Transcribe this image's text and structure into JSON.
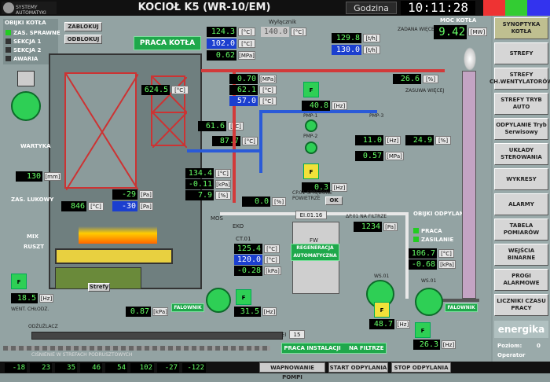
{
  "header": {
    "title": "KOCIOŁ K5 (WR-10/EM)",
    "godzina_label": "Godzina",
    "clock": "10:11:28",
    "logo_text": "SYSTEMY AUTOMATYKI"
  },
  "status": {
    "title": "OBIJKI KOTŁA",
    "items": [
      "ZAS. SPRAWNE",
      "SEKCJA 1",
      "SEKCJA 2",
      "AWARIA"
    ],
    "zablokuj": "ZABLOKUJ",
    "odblokuj": "ODBLOKUJ",
    "praca": "PRACA KOTŁA"
  },
  "wylacznik": {
    "label": "Wyłącznik",
    "value": "140.0",
    "unit": "[°C]"
  },
  "top_values": [
    {
      "v": "124.3",
      "u": "[°C]",
      "c": "green"
    },
    {
      "v": "102.0",
      "u": "[°C]",
      "c": "blue"
    },
    {
      "v": "0.62",
      "u": "[MPa]",
      "c": "green"
    }
  ],
  "moc": {
    "label": "MOC KOTŁA",
    "zadana": "ZADANA WIĘCEJ",
    "value": "9.42",
    "unit": "[MW]",
    "flow1": "129.8",
    "flow2": "130.0",
    "flow_unit": "[t/h]"
  },
  "right_values": {
    "v1": "26.6",
    "u1": "[%]",
    "zasuwa": "ZASUWA WIĘCEJ",
    "v2": "11.0",
    "u2": "[Hz]",
    "v3": "24.9",
    "u3": "[%]",
    "v4": "0.57",
    "u4": "[MPa]"
  },
  "pump_values": {
    "p1": "0.70",
    "p1u": "[MPa]",
    "p2": "62.1",
    "p2u": "[°C]",
    "p3": "57.0",
    "p3u": "[°C]",
    "hz": "40.8",
    "hzu": "[Hz]",
    "pmp1": "PMP-1",
    "pmp2": "PMP-2",
    "pmp3": "PMP-3",
    "hz2": "0.3",
    "hz2u": "[Hz]"
  },
  "left_values": {
    "t1": "624.5",
    "t1u": "[°C]",
    "t2": "61.6",
    "t2u": "[°C]",
    "t3": "87.7",
    "t3u": "[°C]",
    "wartyka": "WARTYKA",
    "v130": "130",
    "v130u": "[mm]",
    "m1": "-29",
    "m1u": "[Pa]",
    "m2": "-30",
    "m2u": "[Pa]",
    "t846": "846",
    "t846u": "[°C]",
    "z1": "134.4",
    "z1u": "[°C]",
    "z2": "-0.11",
    "z2u": "[kPa]",
    "z3": "7.9",
    "z3u": "[%]"
  },
  "middle": {
    "cp": "CP.01 SPRĘŻONE POWIETRZE",
    "ok": "OK",
    "ei": "EI.01.16",
    "mos": "MOS",
    "eko": "EKO",
    "zero": "0.0",
    "zerou": "[%]",
    "d_label": "ΔP.01 NA FILTRZE",
    "d_value": "1234",
    "d_unit": "[Pa]",
    "fw": "FW",
    "regeneracja": "REGENERACJA AUTOMATYCZNA",
    "ct": "CT.01",
    "c1": "125.4",
    "c1u": "[°C]",
    "c2": "120.0",
    "c2u": "[°C]",
    "c3": "-0.28",
    "c3u": "[kPa]"
  },
  "filter": {
    "title": "OBIJKI ODPYLANIA",
    "praca": "PRACA",
    "zasilanie": "ZASILANIE",
    "v1": "106.7",
    "v1u": "[°C]",
    "v2": "-0.68",
    "v2u": "[kPa]",
    "ws": "WS.01",
    "ws2": "WS.01"
  },
  "lower": {
    "v18": "18.5",
    "v18u": "[Hz]",
    "went": "WENT. CHŁODZ.",
    "v087": "0.87",
    "v087u": "[kPa]",
    "falownik": "FALOWNIK",
    "v315": "31.5",
    "v315u": "[Hz]",
    "strefy": "Strefy",
    "v487": "48.7",
    "v487u": "[Hz]",
    "v263": "26.3",
    "v263u": "[Hz]",
    "falownik2": "FALOWNIK",
    "ei15": "15",
    "ei_label": "EI",
    "praca_inst": "PRACA INSTALACJI",
    "na_filtrze": "NA FILTRZE",
    "zas_luk": "ZAS. LUKOWY",
    "mix": "MIX",
    "ruszt": "RUSZT",
    "odzlaczka": "ODŻUŻLACZ"
  },
  "sidebar": [
    "SYNOPTYKA KOTŁA",
    "STREFY",
    "STREFY CH.WENTYLATORÓW",
    "STREFY TRYB AUTO",
    "ODPYLANIE Tryb Serwisowy",
    "UKŁADY STEROWANIA",
    "WYKRESY",
    "ALARMY",
    "TABELA POMIARÓW",
    "WEJŚCIA BINARNE",
    "PROGI ALARMOWE",
    "LICZNIKI CZASU PRACY"
  ],
  "brand": {
    "name": "energika",
    "poziom": "Poziom:",
    "poziom_val": "0",
    "operator": "Operator"
  },
  "bottom": {
    "vals": [
      "-18",
      "23",
      "35",
      "46",
      "54",
      "102",
      "-27",
      "-122"
    ],
    "strefa_label": "CIŚNIENIE W STREFACH PODRUSZTOWYCH",
    "b1": "WAPNOWANIE POMPI",
    "b2": "START ODPYLANIA",
    "b3": "STOP ODPYLANIA"
  },
  "colors": {
    "accent": "#1fa84b",
    "value_green": "#66ff66",
    "value_blue": "#1b3fcf",
    "pipe_red": "#d23a3a",
    "pipe_blue": "#2a5ad8"
  }
}
